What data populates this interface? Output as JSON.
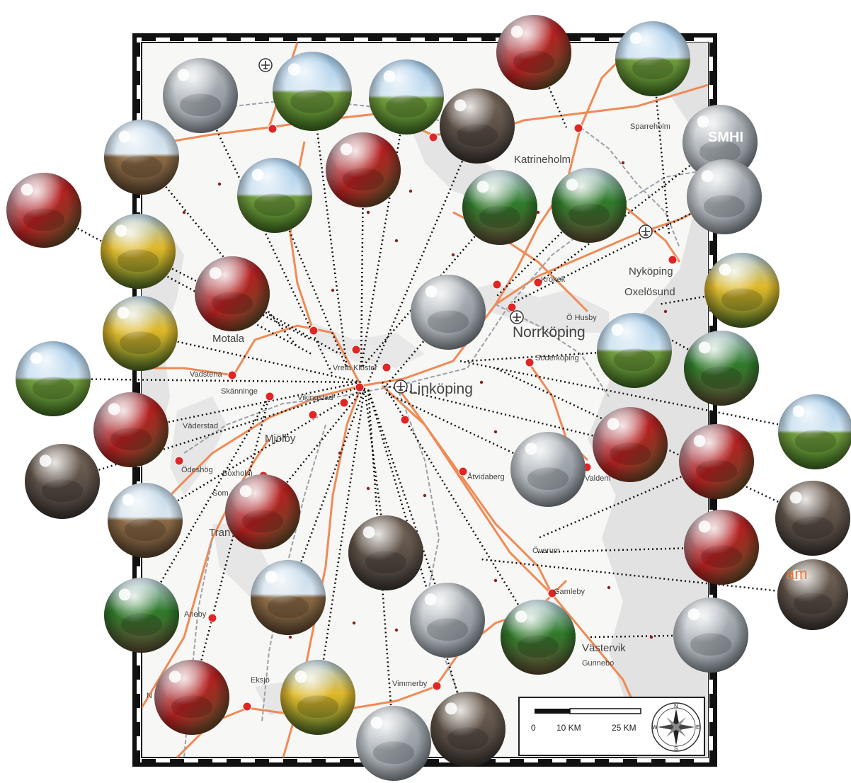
{
  "map": {
    "places": [
      {
        "name": "Linköping",
        "size": "big"
      },
      {
        "name": "Norrköping",
        "size": "big"
      },
      {
        "name": "Katrineholm",
        "size": "mid"
      },
      {
        "name": "Nyköping",
        "size": "mid"
      },
      {
        "name": "Oxelösund",
        "size": "mid"
      },
      {
        "name": "Motala",
        "size": "mid"
      },
      {
        "name": "Mjölby",
        "size": "mid"
      },
      {
        "name": "Västervik",
        "size": "mid"
      },
      {
        "name": "Tran",
        "size": "mid"
      },
      {
        "name": "Vadstena",
        "size": "small"
      },
      {
        "name": "Skänninge",
        "size": "small"
      },
      {
        "name": "Väderstad",
        "size": "small"
      },
      {
        "name": "Ödeshög",
        "size": "small"
      },
      {
        "name": "Boxholm",
        "size": "small"
      },
      {
        "name": "Vikingstad",
        "size": "small"
      },
      {
        "name": "Vreta Kloster",
        "size": "small"
      },
      {
        "name": "Söderköping",
        "size": "small"
      },
      {
        "name": "Ö Husby",
        "size": "small"
      },
      {
        "name": "Krokek",
        "size": "small"
      },
      {
        "name": "Sparreholm",
        "size": "small"
      },
      {
        "name": "Åtvidaberg",
        "size": "small"
      },
      {
        "name": "Valdem",
        "size": "small"
      },
      {
        "name": "Överum",
        "size": "small"
      },
      {
        "name": "Gamleby",
        "size": "small"
      },
      {
        "name": "Gunnebo",
        "size": "small"
      },
      {
        "name": "Vimmerby",
        "size": "small"
      },
      {
        "name": "Eksjö",
        "size": "small"
      },
      {
        "name": "Aneby",
        "size": "small"
      },
      {
        "name": "Som",
        "size": "small"
      },
      {
        "name": "N",
        "size": "small"
      }
    ],
    "scale_bar": {
      "labels": [
        "0",
        "10 KM",
        "25 KM"
      ]
    },
    "compass": {
      "labels": [
        "N",
        "E",
        "S",
        "W"
      ]
    },
    "photo_overlay_text": [
      "SMHI",
      "am"
    ],
    "colors": {
      "road": "#f08a55",
      "railway": "#9aa0a8",
      "city_dot": "#e02525",
      "land": "#e4e4e4",
      "frame": "#111111"
    }
  }
}
